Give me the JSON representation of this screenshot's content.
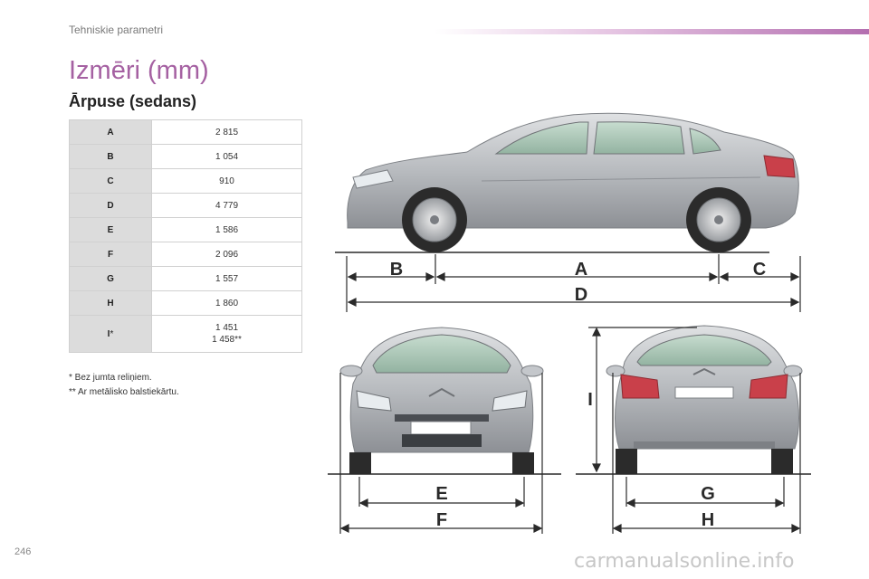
{
  "header": {
    "section": "Tehniskie parametri"
  },
  "page": {
    "title": "Izmēri (mm)",
    "subtitle": "Ārpuse (sedans)",
    "number": "246"
  },
  "dimensions": {
    "rows": [
      {
        "key": "A",
        "value": "2 815"
      },
      {
        "key": "B",
        "value": "1 054"
      },
      {
        "key": "C",
        "value": "910"
      },
      {
        "key": "D",
        "value": "4 779"
      },
      {
        "key": "E",
        "value": "1 586"
      },
      {
        "key": "F",
        "value": "2 096"
      },
      {
        "key": "G",
        "value": "1 557"
      },
      {
        "key": "H",
        "value": "1 860"
      }
    ],
    "last": {
      "key": "I",
      "key_mark": "*",
      "value_1": "1 451",
      "value_2": "1 458**"
    }
  },
  "notes": [
    "* Bez jumta reliņiem.",
    "** Ar metālisko balstiekārtu."
  ],
  "diagram_labels": {
    "a": "A",
    "b": "B",
    "c": "C",
    "d": "D",
    "e": "E",
    "f": "F",
    "g": "G",
    "h": "H",
    "i": "I"
  },
  "watermark": "carmanualsonline.info",
  "colors": {
    "accent": "#a561a2",
    "car_body": "#b8bbbf",
    "glass": "#a7c4b3"
  }
}
